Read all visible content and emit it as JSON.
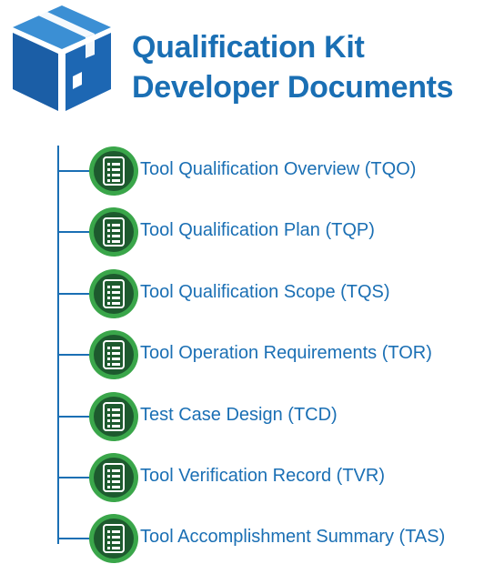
{
  "title": {
    "line1": "Qualification Kit",
    "line2": "Developer Documents"
  },
  "colors": {
    "accent_blue": "#1a6fb4",
    "box_dark": "#1b5ea6",
    "box_light": "#2f86cf",
    "badge_outer": "#3aa64a",
    "badge_inner": "#1d5a2e"
  },
  "icons": {
    "header": "package-box-icon",
    "item": "checklist-document-icon"
  },
  "documents": [
    {
      "label": "Tool Qualification Overview (TQO)"
    },
    {
      "label": "Tool Qualification Plan (TQP)"
    },
    {
      "label": "Tool Qualification Scope (TQS)"
    },
    {
      "label": "Tool Operation Requirements (TOR)"
    },
    {
      "label": "Test Case Design (TCD)"
    },
    {
      "label": "Tool Verification Record (TVR)"
    },
    {
      "label": "Tool Accomplishment Summary (TAS)"
    }
  ]
}
